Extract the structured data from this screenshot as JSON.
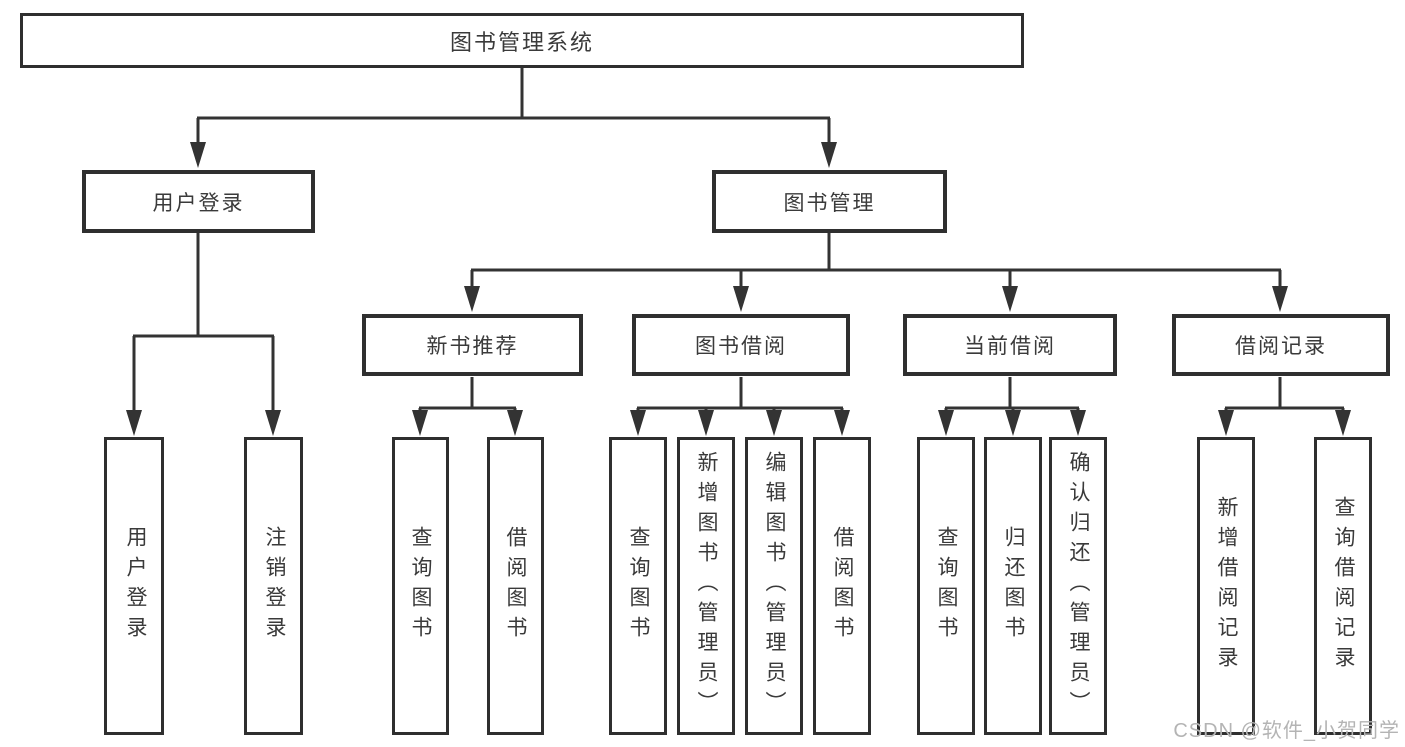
{
  "colors": {
    "bg": "#ffffff",
    "ink": "#3a3a3a",
    "line": "#333333",
    "box-border": "#2f2f2f",
    "watermark": "#b4b4b4"
  },
  "watermark": {
    "text": "CSDN @软件_小贺同学"
  },
  "diagram": {
    "title": "图书管理系统",
    "groups": [
      {
        "label": "用户登录",
        "children": [
          {
            "label": "用户登录"
          },
          {
            "label": "注销登录"
          }
        ]
      },
      {
        "label": "图书管理",
        "sections": [
          {
            "label": "新书推荐",
            "children": [
              {
                "label": "查询图书"
              },
              {
                "label": "借阅图书"
              }
            ]
          },
          {
            "label": "图书借阅",
            "children": [
              {
                "label": "查询图书"
              },
              {
                "label": "新增图书（管理员）"
              },
              {
                "label": "编辑图书（管理员）"
              },
              {
                "label": "借阅图书"
              }
            ]
          },
          {
            "label": "当前借阅",
            "children": [
              {
                "label": "查询图书"
              },
              {
                "label": "归还图书"
              },
              {
                "label": "确认归还（管理员）"
              }
            ]
          },
          {
            "label": "借阅记录",
            "children": [
              {
                "label": "新增借阅记录"
              },
              {
                "label": "查询借阅记录"
              }
            ]
          }
        ]
      }
    ]
  }
}
